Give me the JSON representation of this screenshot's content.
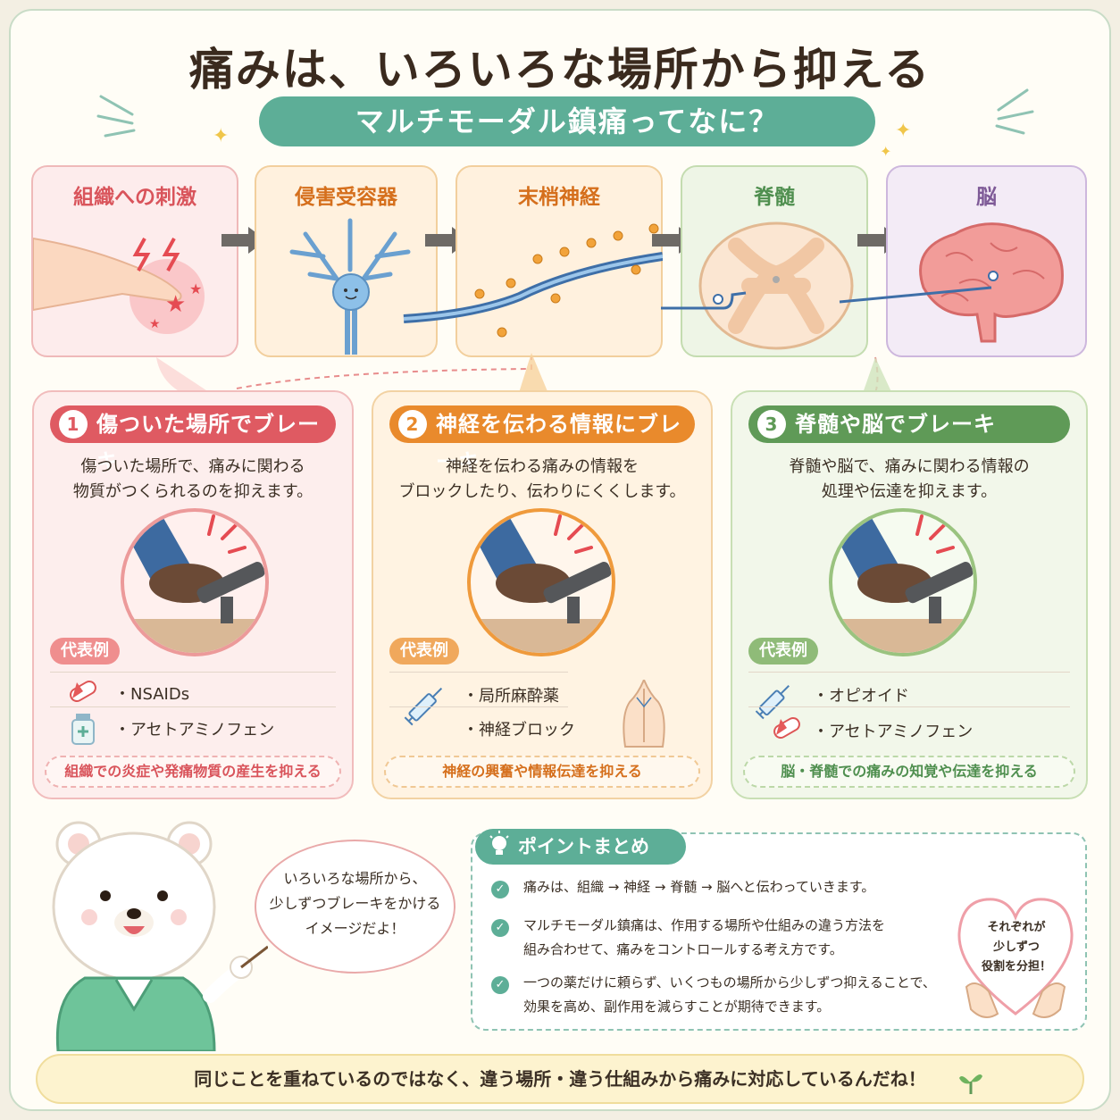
{
  "title": "痛みは、いろいろな場所から抑える",
  "subtitle": "マルチモーダル鎮痛ってなに？",
  "stages": [
    {
      "label": "組織への刺激"
    },
    {
      "label": "侵害受容器"
    },
    {
      "label": "末梢神経"
    },
    {
      "label": "脊髄"
    },
    {
      "label": "脳"
    }
  ],
  "boxes": [
    {
      "num": "1",
      "title": "傷ついた場所でブレーキ",
      "desc1": "傷ついた場所で、痛みに関わる",
      "desc2": "物質がつくられるのを抑えます。",
      "tag": "代表例",
      "items": [
        "・NSAIDs",
        "・アセトアミノフェン"
      ],
      "footer": "組織での炎症や発痛物質の産生を抑える"
    },
    {
      "num": "2",
      "title": "神経を伝わる情報にブレーキ",
      "desc1": "神経を伝わる痛みの情報を",
      "desc2": "ブロックしたり、伝わりにくくします。",
      "tag": "代表例",
      "items": [
        "・局所麻酔薬",
        "・神経ブロック"
      ],
      "footer": "神経の興奮や情報伝達を抑える"
    },
    {
      "num": "3",
      "title": "脊髄や脳でブレーキ",
      "desc1": "脊髄や脳で、痛みに関わる情報の",
      "desc2": "処理や伝達を抑えます。",
      "tag": "代表例",
      "items": [
        "・オピオイド",
        "・アセトアミノフェン"
      ],
      "footer": "脳・脊髄での痛みの知覚や伝達を抑える"
    }
  ],
  "bear_bubble": [
    "いろいろな場所から、",
    "少しずつブレーキをかける",
    "イメージだよ！"
  ],
  "summary": {
    "title": "ポイントまとめ",
    "points": [
      [
        "痛みは、組織 → 神経 → 脊髄 → 脳へと伝わっていきます。"
      ],
      [
        "マルチモーダル鎮痛は、作用する場所や仕組みの違う方法を",
        "組み合わせて、痛みをコントロールする考え方です。"
      ],
      [
        "一つの薬だけに頼らず、いくつもの場所から少しずつ抑えることで、",
        "効果を高め、副作用を減らすことが期待できます。"
      ]
    ],
    "heart_text": [
      "それぞれが",
      "少しずつ",
      "役割を分担！"
    ]
  },
  "bottom": "同じことを重ねているのではなく、違う場所・違う仕組みから痛みに対応しているんだね！",
  "colors": {
    "teal": "#5dae97",
    "red": "#df5a62",
    "orange": "#e98a2c",
    "green": "#5f9a57"
  }
}
